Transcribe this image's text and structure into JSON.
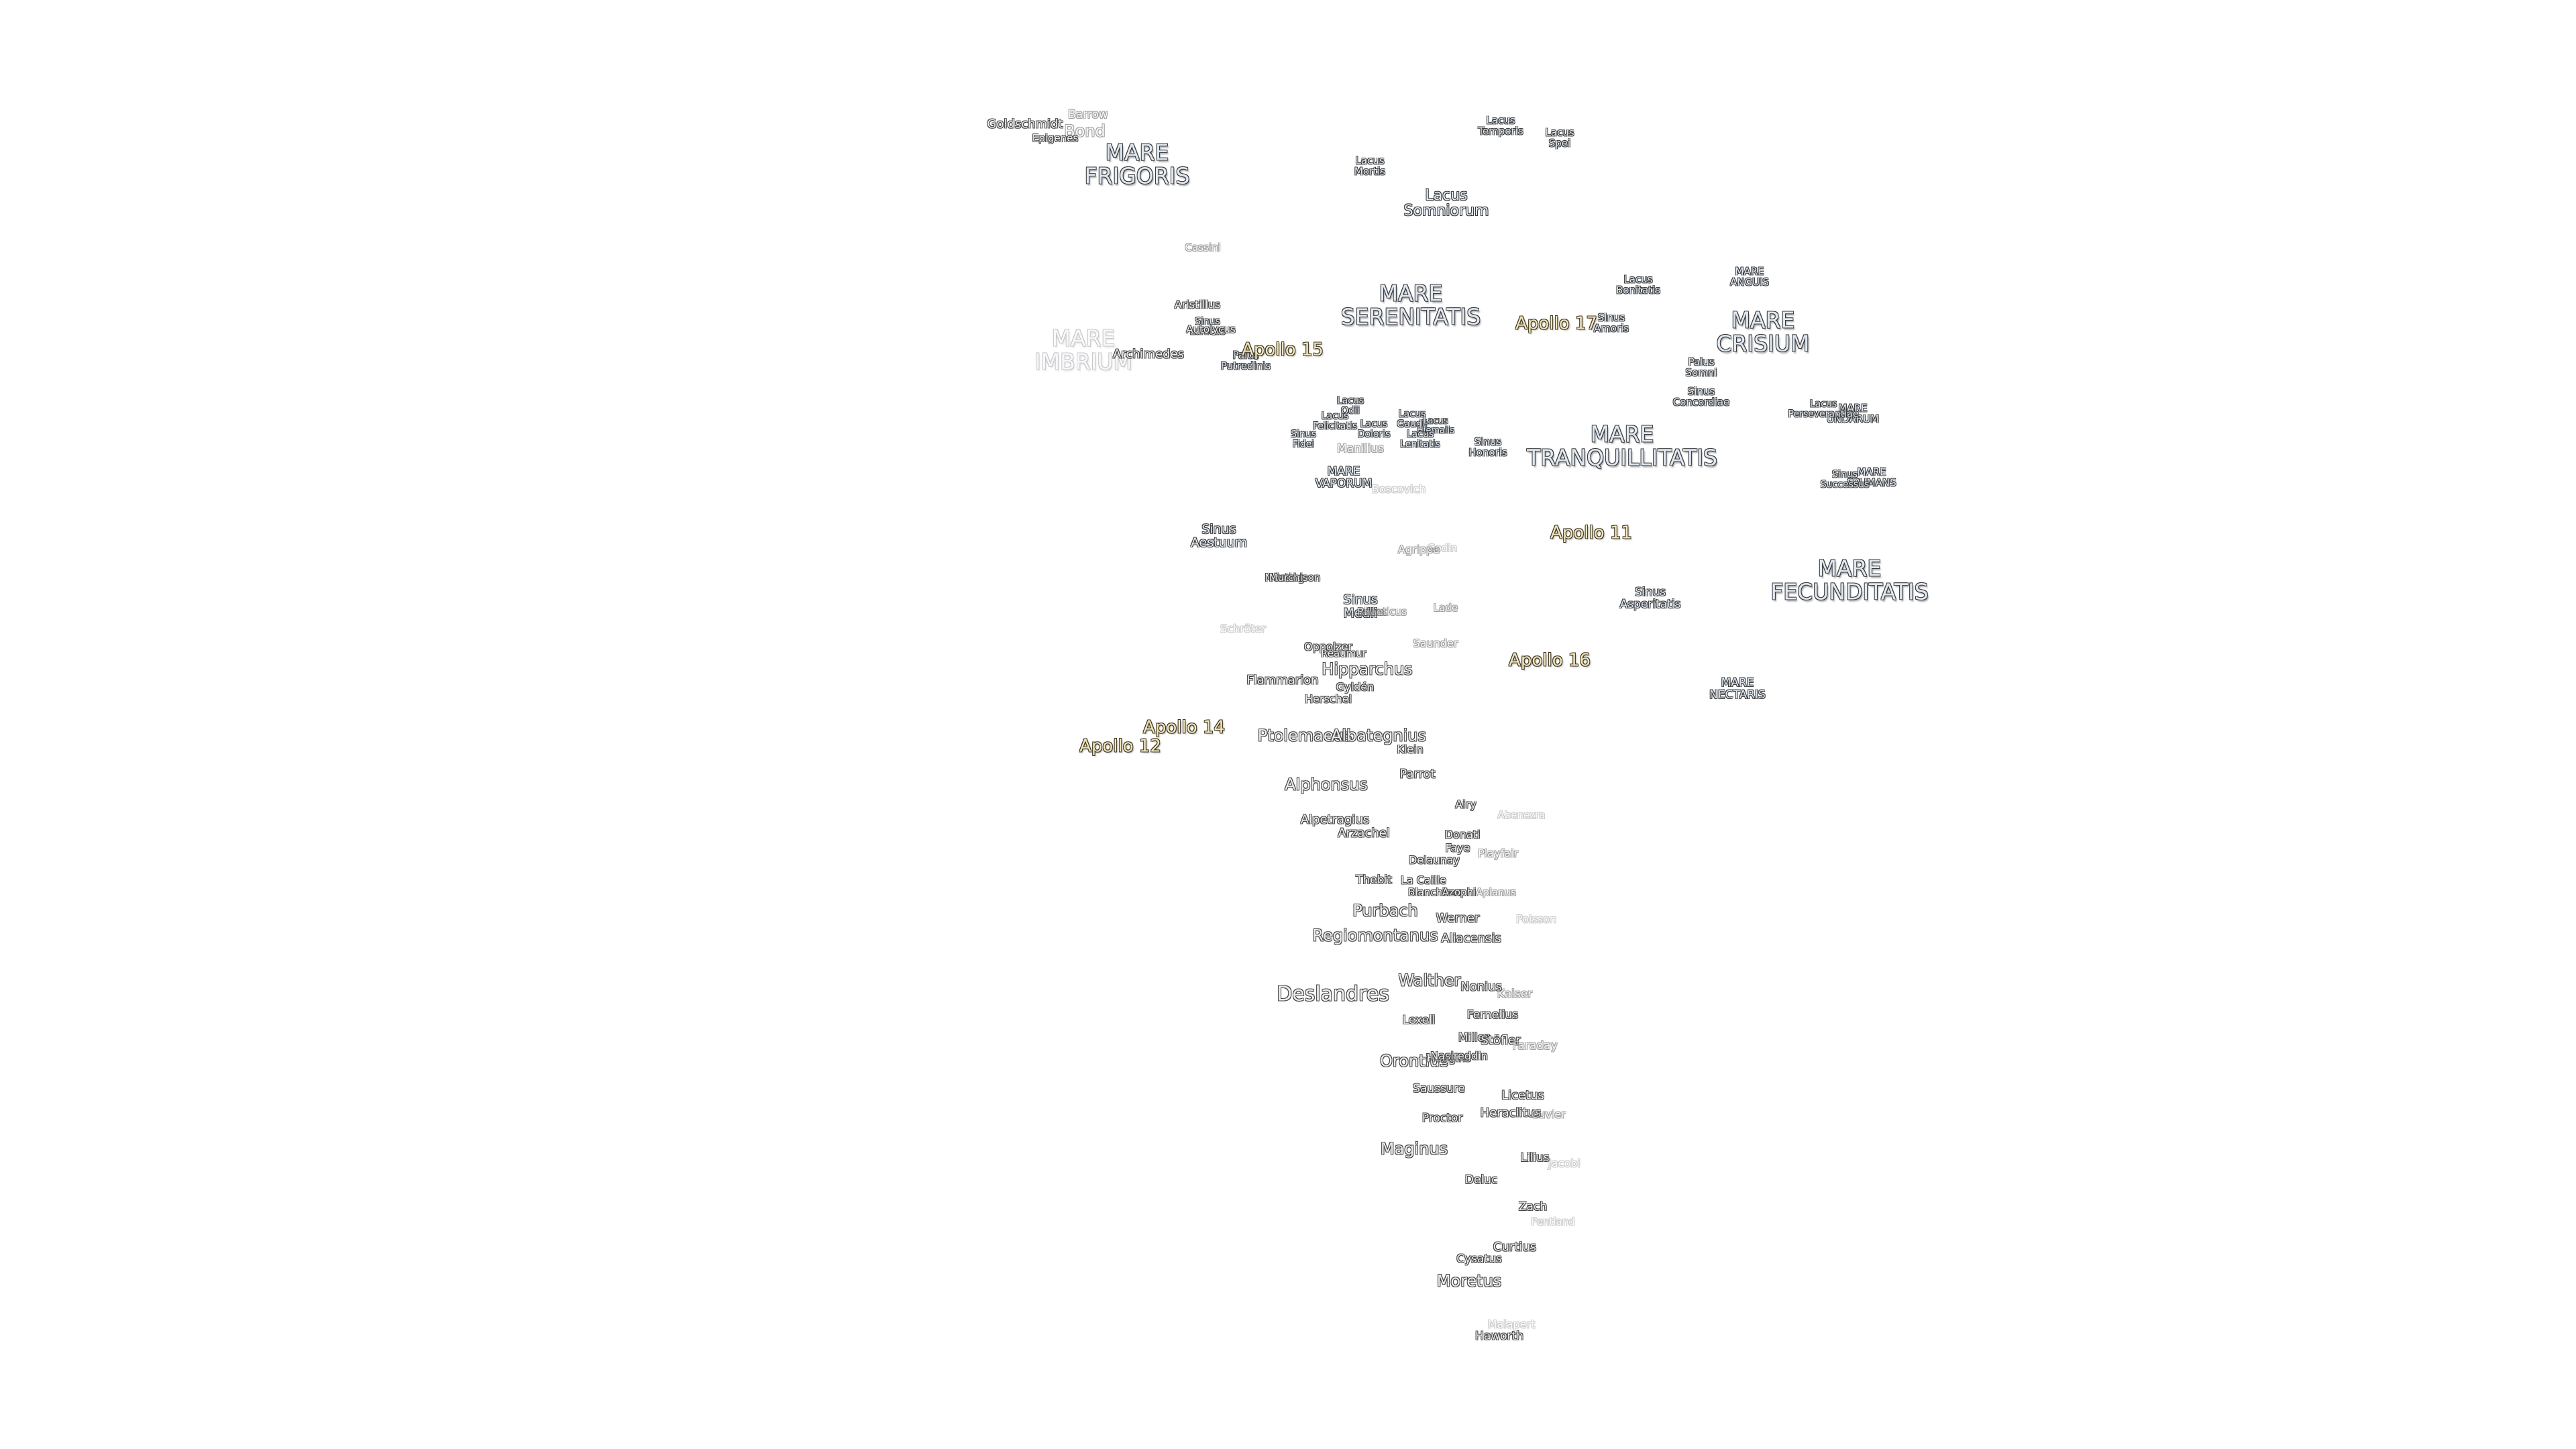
{
  "map": {
    "maria": [
      {
        "label": "MARE\nFRIGORIS"
      },
      {
        "label": "MARE\nSERENITATIS"
      },
      {
        "label": "MARE\nIMBRIUM"
      },
      {
        "label": "MARE\nCRISIUM"
      },
      {
        "label": "MARE\nTRANQUILLITATIS"
      },
      {
        "label": "MARE\nFECUNDITATIS"
      },
      {
        "label": "MARE\nVAPORUM"
      },
      {
        "label": "MARE\nNECTARIS"
      },
      {
        "label": "MARE\nANGUIS"
      },
      {
        "label": "MARE\nUNDARUM"
      },
      {
        "label": "MARE\nSPUMANS"
      }
    ],
    "lacus_sinus": [
      {
        "label": "Lacus\nTemporis"
      },
      {
        "label": "Lacus\nSpei"
      },
      {
        "label": "Lacus\nMortis"
      },
      {
        "label": "Lacus\nSomniorum"
      },
      {
        "label": "Lacus\nBonitatis"
      },
      {
        "label": "Sinus\nAmoris"
      },
      {
        "label": "Palus\nSomni"
      },
      {
        "label": "Sinus\nConcordiae"
      },
      {
        "label": "Lacus\nPerseverantiae"
      },
      {
        "label": "Sinus\nSuccessus"
      },
      {
        "label": "Sinus\nLunicus"
      },
      {
        "label": "Palus\nPutredinis"
      },
      {
        "label": "Lacus\nOdii"
      },
      {
        "label": "Lacus\nFelicitatis"
      },
      {
        "label": "Lacus\nDoloris"
      },
      {
        "label": "Sinus\nFidei"
      },
      {
        "label": "Lacus\nGaudii"
      },
      {
        "label": "Lacus\nHiemalis"
      },
      {
        "label": "Lacus\nLenitatis"
      },
      {
        "label": "Sinus\nHonoris"
      },
      {
        "label": "Sinus\nAestuum"
      },
      {
        "label": "Sinus\nMedii"
      },
      {
        "label": "Sinus\nAsperitatis"
      }
    ],
    "apollo": [
      {
        "label": "Apollo 15"
      },
      {
        "label": "Apollo 17"
      },
      {
        "label": "Apollo 11"
      },
      {
        "label": "Apollo 16"
      },
      {
        "label": "Apollo 14"
      },
      {
        "label": "Apollo 12"
      }
    ],
    "craters": [
      {
        "label": "Barrow"
      },
      {
        "label": "Goldschmidt"
      },
      {
        "label": "Bond"
      },
      {
        "label": "Epigenes"
      },
      {
        "label": "Cassini"
      },
      {
        "label": "Aristillus"
      },
      {
        "label": "Autolycus"
      },
      {
        "label": "Archimedes"
      },
      {
        "label": "Manilius"
      },
      {
        "label": "Boscovich"
      },
      {
        "label": "Agrippa"
      },
      {
        "label": "Godin"
      },
      {
        "label": "Mösting"
      },
      {
        "label": "Murchison"
      },
      {
        "label": "Pallas"
      },
      {
        "label": "Rhaeticus"
      },
      {
        "label": "Lade"
      },
      {
        "label": "Schröter"
      },
      {
        "label": "Saunder"
      },
      {
        "label": "Oppolzer"
      },
      {
        "label": "Réaumur"
      },
      {
        "label": "Hipparchus"
      },
      {
        "label": "Flammarion"
      },
      {
        "label": "Gyldén"
      },
      {
        "label": "Herschel"
      },
      {
        "label": "Ptolemaeus"
      },
      {
        "label": "Albategnius"
      },
      {
        "label": "Klein"
      },
      {
        "label": "Alphonsus"
      },
      {
        "label": "Parrot"
      },
      {
        "label": "Airy"
      },
      {
        "label": "Abenezra"
      },
      {
        "label": "Alpetragius"
      },
      {
        "label": "Arzachel"
      },
      {
        "label": "Donati"
      },
      {
        "label": "Faye"
      },
      {
        "label": "Delaunay"
      },
      {
        "label": "Playfair"
      },
      {
        "label": "Thebit"
      },
      {
        "label": "La Caille"
      },
      {
        "label": "Blanchinus"
      },
      {
        "label": "Azophi"
      },
      {
        "label": "Apianus"
      },
      {
        "label": "Purbach"
      },
      {
        "label": "Werner"
      },
      {
        "label": "Poisson"
      },
      {
        "label": "Regiomontanus"
      },
      {
        "label": "Aliacensis"
      },
      {
        "label": "Walther"
      },
      {
        "label": "Nonius"
      },
      {
        "label": "Kaiser"
      },
      {
        "label": "Deslandres"
      },
      {
        "label": "Lexell"
      },
      {
        "label": "Fernelius"
      },
      {
        "label": "Miller"
      },
      {
        "label": "Stöfler"
      },
      {
        "label": "Faraday"
      },
      {
        "label": "Orontius"
      },
      {
        "label": "Huggins"
      },
      {
        "label": "Nasireddin"
      },
      {
        "label": "Saussure"
      },
      {
        "label": "Licetus"
      },
      {
        "label": "Proctor"
      },
      {
        "label": "Heraclitus"
      },
      {
        "label": "Cuvier"
      },
      {
        "label": "Maginus"
      },
      {
        "label": "Lilius"
      },
      {
        "label": "Jacobi"
      },
      {
        "label": "Deluc"
      },
      {
        "label": "Zach"
      },
      {
        "label": "Pentland"
      },
      {
        "label": "Curtius"
      },
      {
        "label": "Cysatus"
      },
      {
        "label": "Moretus"
      },
      {
        "label": "Malapert"
      },
      {
        "label": "Haworth"
      }
    ]
  }
}
